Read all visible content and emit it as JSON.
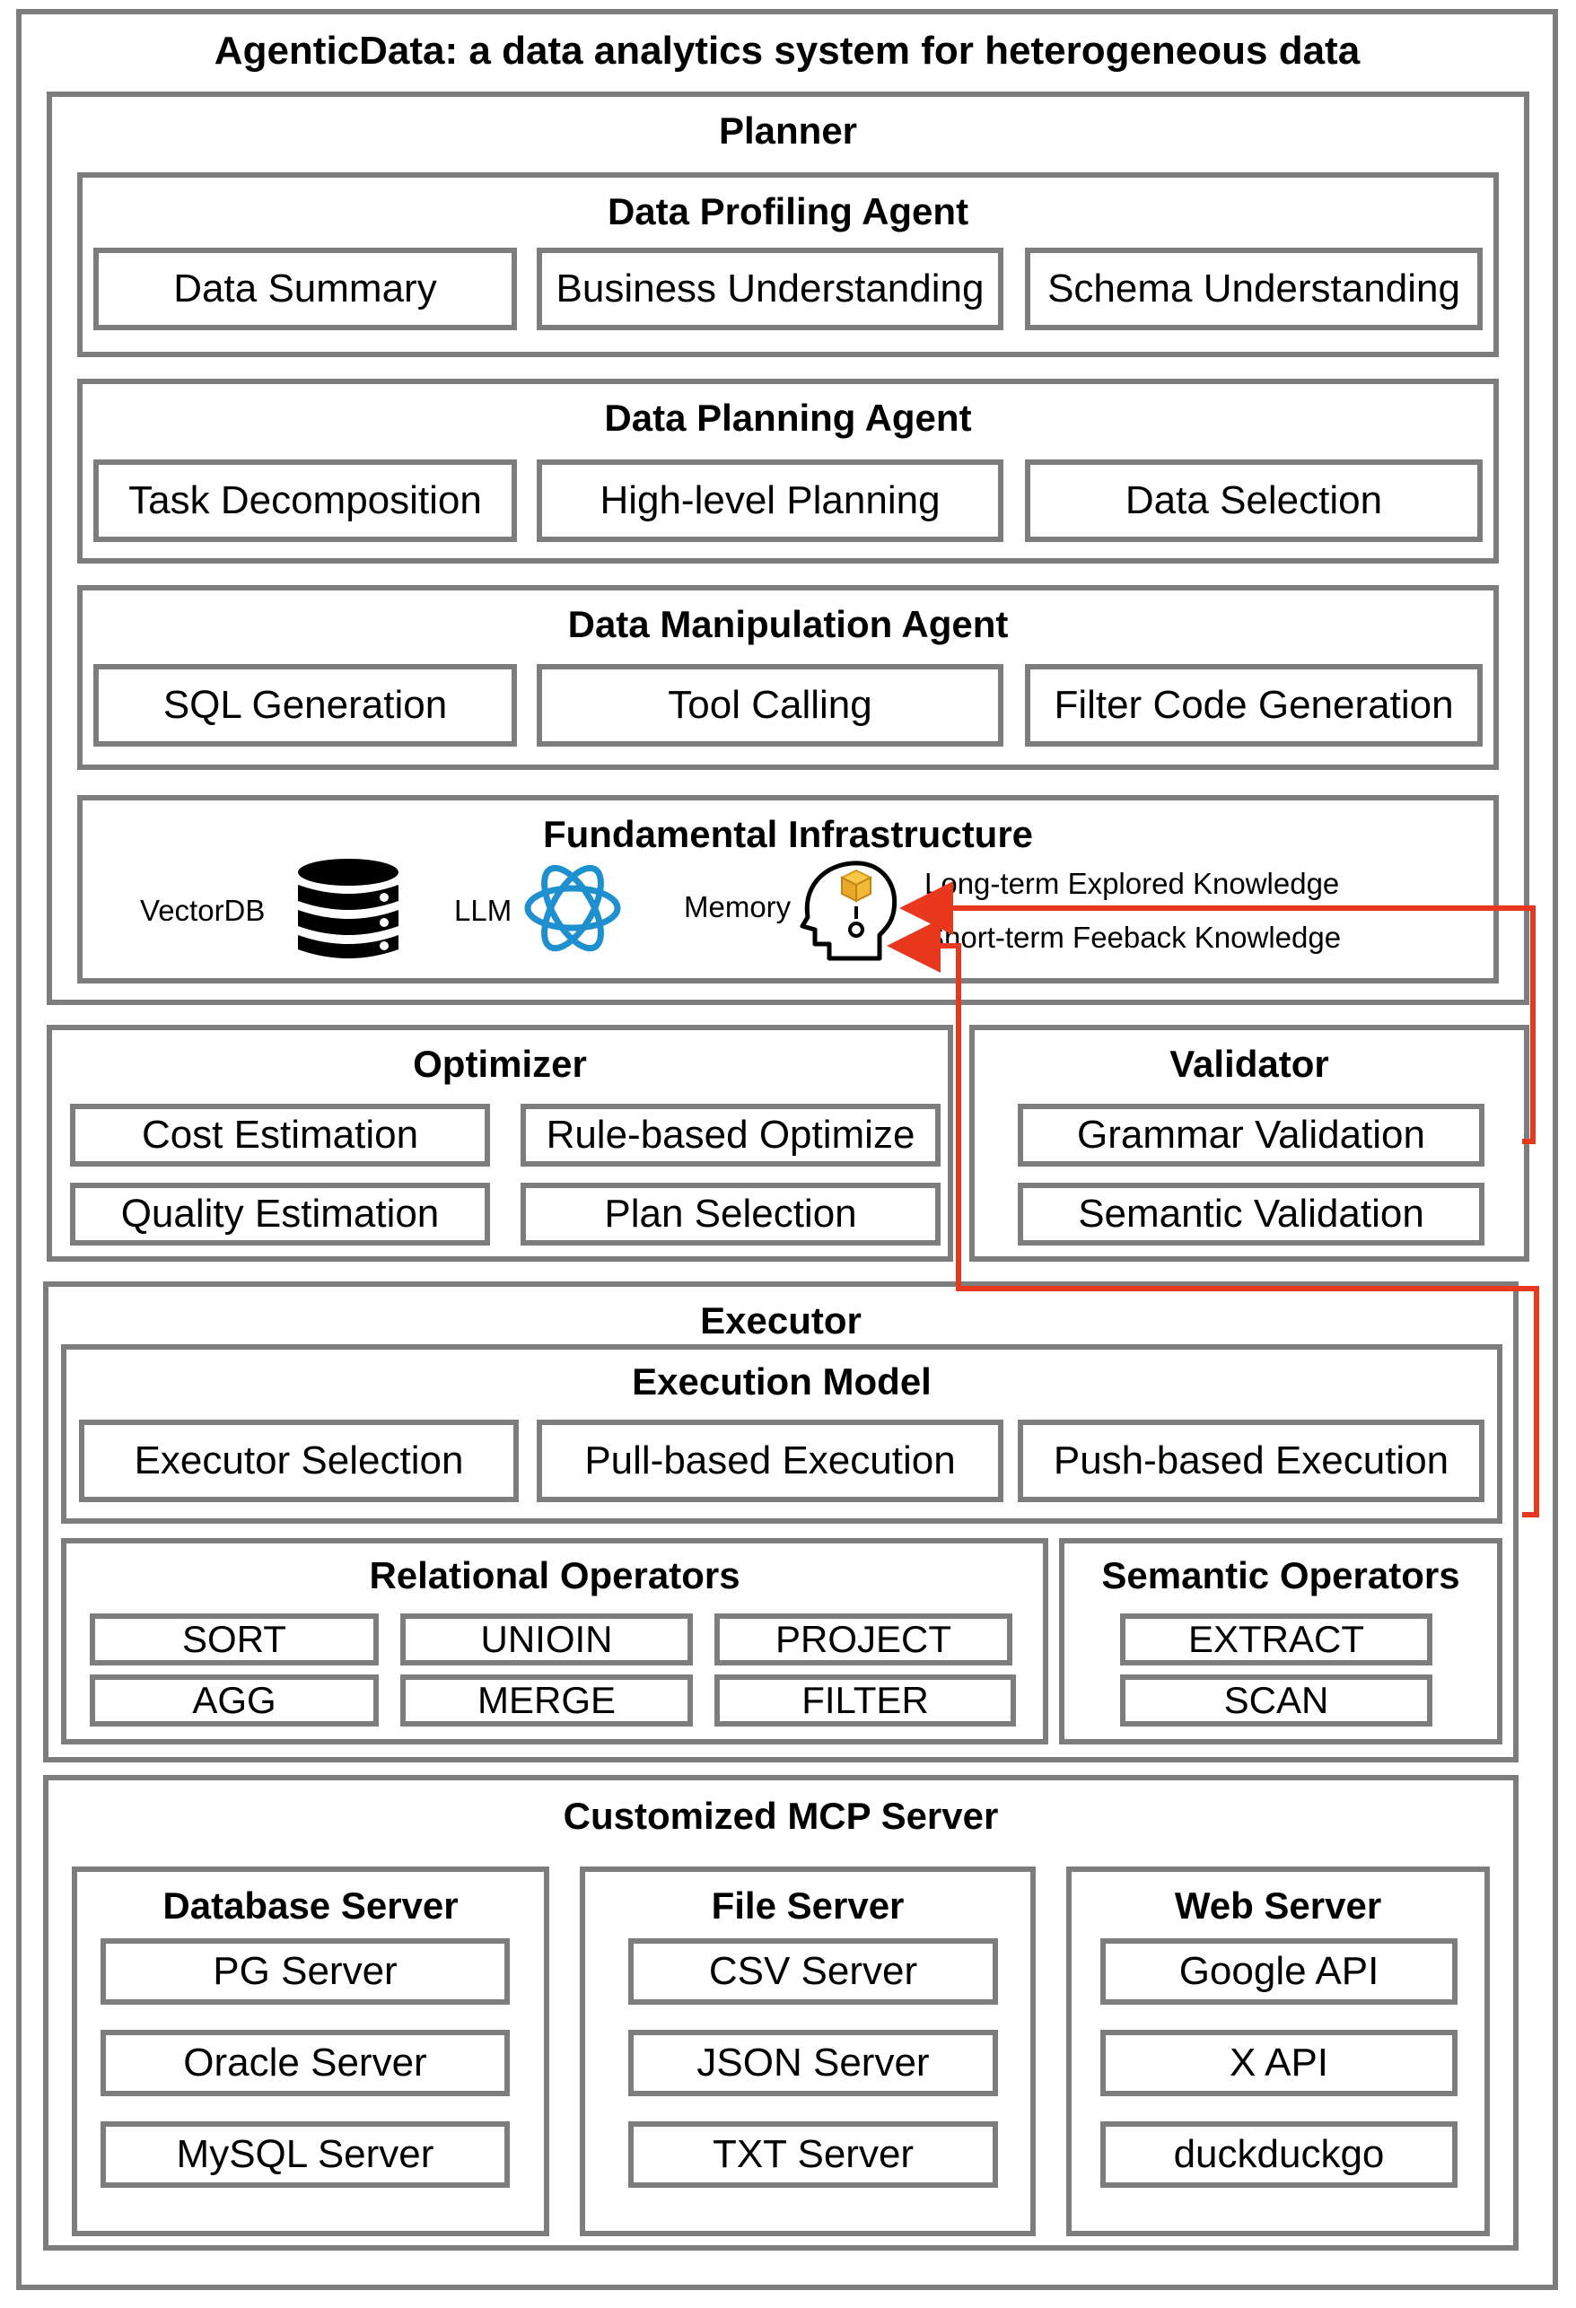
{
  "title": "AgenticData: a data analytics system for heterogeneous data",
  "planner": {
    "title": "Planner",
    "profiling": {
      "title": "Data Profiling Agent",
      "items": [
        "Data Summary",
        "Business Understanding",
        "Schema Understanding"
      ]
    },
    "planning": {
      "title": "Data Planning Agent",
      "items": [
        "Task Decomposition",
        "High-level Planning",
        "Data Selection"
      ]
    },
    "manipulation": {
      "title": "Data Manipulation Agent",
      "items": [
        "SQL Generation",
        "Tool Calling",
        "Filter Code Generation"
      ]
    },
    "infrastructure": {
      "title": "Fundamental Infrastructure",
      "vectordb_label": "VectorDB",
      "llm_label": "LLM",
      "memory_label": "Memory",
      "long_term_label": "Long-term Explored Knowledge",
      "short_term_label": "Short-term Feeback Knowledge"
    }
  },
  "optimizer": {
    "title": "Optimizer",
    "items": [
      "Cost Estimation",
      "Rule-based Optimize",
      "Quality Estimation",
      "Plan Selection"
    ]
  },
  "validator": {
    "title": "Validator",
    "items": [
      "Grammar Validation",
      "Semantic Validation"
    ]
  },
  "executor": {
    "title": "Executor",
    "execution_model": {
      "title": "Execution Model",
      "items": [
        "Executor Selection",
        "Pull-based Execution",
        "Push-based Execution"
      ]
    },
    "relational": {
      "title": "Relational Operators",
      "items": [
        "SORT",
        "UNIOIN",
        "PROJECT",
        "AGG",
        "MERGE",
        "FILTER"
      ]
    },
    "semantic": {
      "title": "Semantic Operators",
      "items": [
        "EXTRACT",
        "SCAN"
      ]
    }
  },
  "mcp": {
    "title": "Customized MCP Server",
    "database": {
      "title": "Database Server",
      "items": [
        "PG Server",
        "Oracle Server",
        "MySQL Server"
      ]
    },
    "file": {
      "title": "File Server",
      "items": [
        "CSV Server",
        "JSON Server",
        "TXT Server"
      ]
    },
    "web": {
      "title": "Web Server",
      "items": [
        "Google API",
        "X API",
        "duckduckgo"
      ]
    }
  },
  "colors": {
    "border": "#7d7d7d",
    "arrow": "#e8391f",
    "llm_icon": "#1e90d0"
  }
}
